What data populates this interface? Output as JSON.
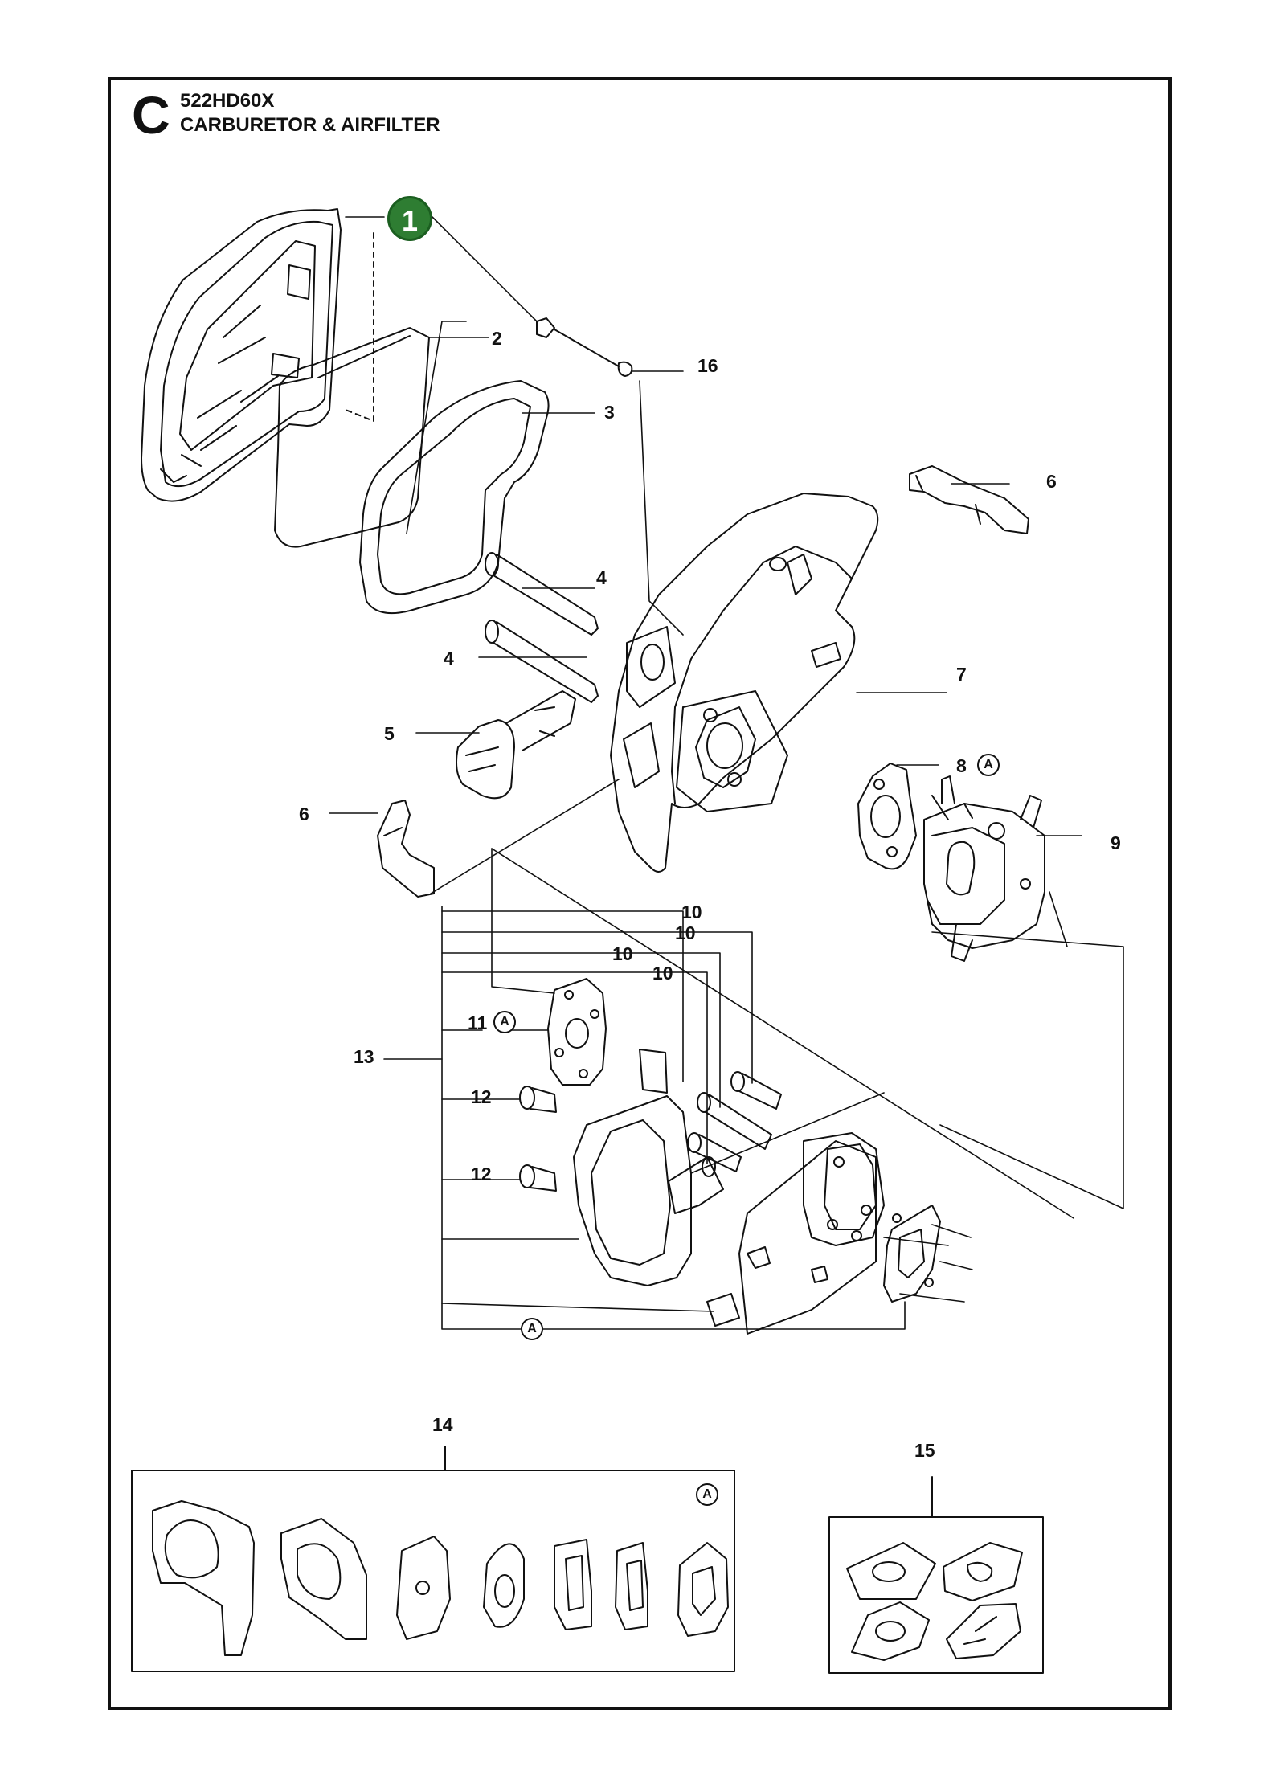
{
  "header": {
    "section_letter": "C",
    "model": "522HD60X",
    "title": "CARBURETOR & AIRFILTER"
  },
  "badge": {
    "number": "1",
    "color": "#2e7d32"
  },
  "callouts": {
    "c2": "2",
    "c3": "3",
    "c4a": "4",
    "c4b": "4",
    "c5": "5",
    "c6a": "6",
    "c6b": "6",
    "c7": "7",
    "c8": "8",
    "c9": "9",
    "c10a": "10",
    "c10b": "10",
    "c10c": "10",
    "c10d": "10",
    "c11": "11",
    "c12a": "12",
    "c12b": "12",
    "c13": "13",
    "c14": "14",
    "c15": "15",
    "c16": "16"
  },
  "ref_marker": "A"
}
